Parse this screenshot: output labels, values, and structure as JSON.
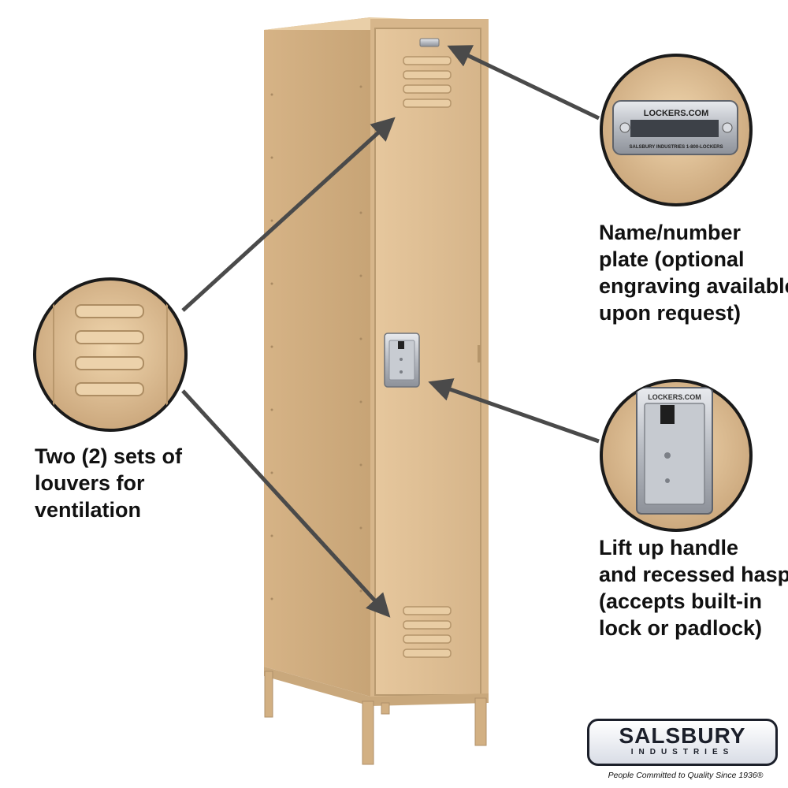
{
  "captions": {
    "plate": "Name/number\nplate (optional\nengraving available\nupon request)",
    "louvers": "Two (2) sets of\nlouvers for\nventilation",
    "handle": "Lift up handle\nand recessed hasp\n(accepts built-in\nlock or padlock)"
  },
  "nameplate": {
    "top_text": "LOCKERS.COM",
    "bottom_text": "SALSBURY INDUSTRIES   1-800-LOCKERS"
  },
  "handle_plate": {
    "text": "LOCKERS.COM"
  },
  "logo": {
    "name": "SALSBURY",
    "subtitle": "INDUSTRIES",
    "tagline": "People Committed to Quality Since 1936®"
  },
  "colors": {
    "locker_tan": "#dcb98e",
    "locker_shadow": "#c49f72",
    "arrow": "#4a4a4a",
    "steel": "#b8bcc2"
  }
}
